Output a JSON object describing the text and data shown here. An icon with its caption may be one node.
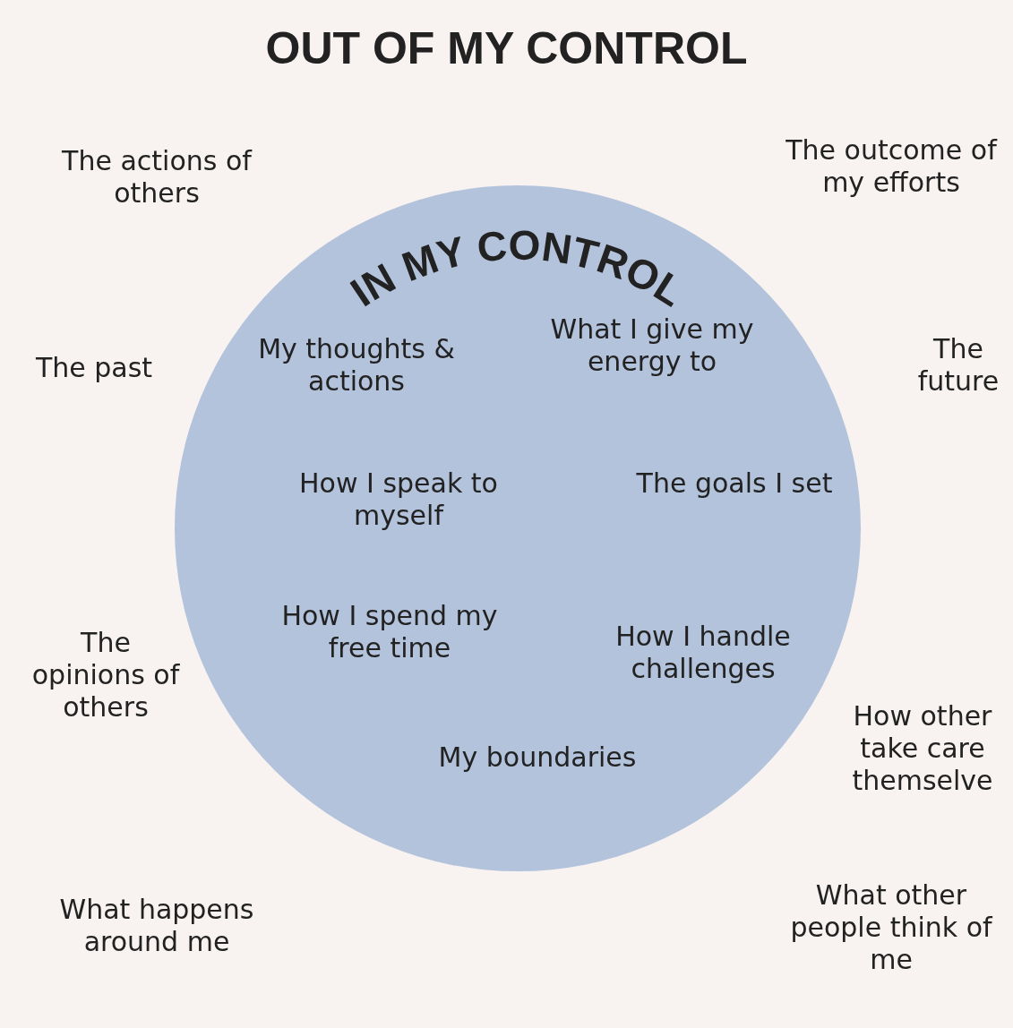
{
  "diagram": {
    "title": "OUT OF MY CONTROL",
    "nodes": [
      {
        "text": [
          "IN MY CONTROL",
          "My thoughts & actions",
          "What I give my energy to",
          "How I speak to myself",
          "The goals I set",
          "How I spend my free time",
          "How I handle challenges",
          "My boundaries"
        ]
      }
    ],
    "labels": [
      "The actions of others",
      "The outcome of my efforts",
      "The past",
      "The future",
      "The opinions of others",
      "How other take care themselve",
      "What happens around me",
      "What other people think of me"
    ]
  }
}
